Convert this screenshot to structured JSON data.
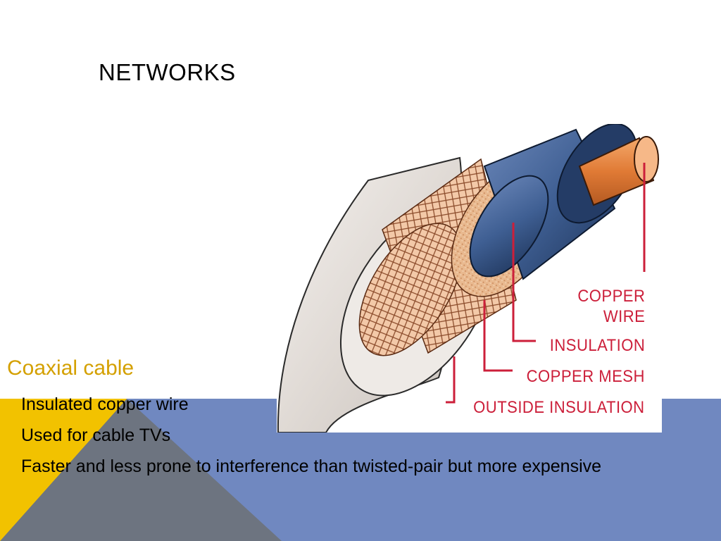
{
  "slide": {
    "title": "NETWORKS",
    "heading": "Coaxial cable",
    "bullets": [
      "Insulated copper wire",
      "Used for cable TVs",
      "Faster and less prone to interference than twisted-pair but more expensive"
    ]
  },
  "figure": {
    "labels": {
      "copper_wire": "COPPER\nWIRE",
      "insulation": "INSULATION",
      "copper_mesh": "COPPER MESH",
      "outside_insulation": "OUTSIDE INSULATION"
    }
  },
  "colors": {
    "accent_yellow": "#f2c200",
    "accent_blue": "#7088c0",
    "accent_gray": "#6d7480",
    "label_red": "#cc1f3a",
    "heading_gold": "#d4a000"
  }
}
